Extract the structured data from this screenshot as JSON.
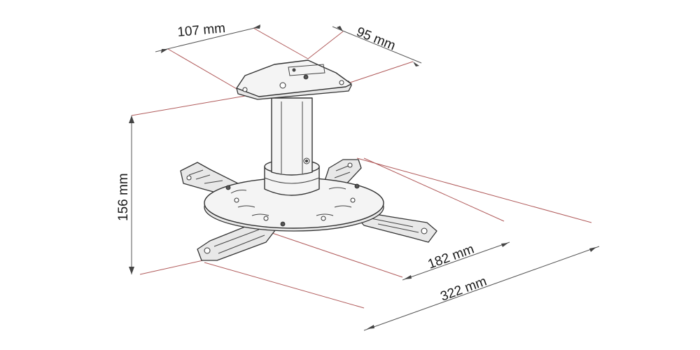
{
  "diagram": {
    "dimensions": {
      "top_plate_width": "107 mm",
      "top_plate_depth": "95 mm",
      "height": "156 mm",
      "inner_span": "182 mm",
      "outer_span": "322 mm"
    }
  }
}
